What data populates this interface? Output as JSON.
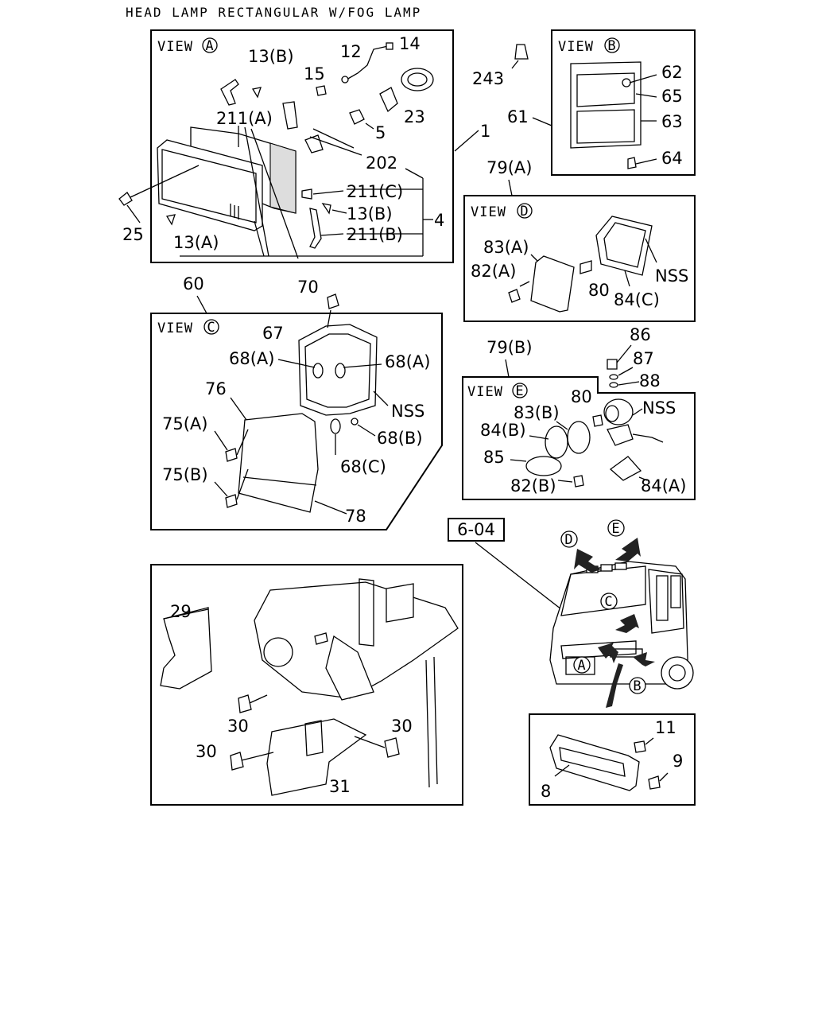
{
  "title": "HEAD LAMP RECTANGULAR W/FOG LAMP",
  "views": {
    "a": {
      "prefix": "VIEW",
      "letter": "A"
    },
    "b": {
      "prefix": "VIEW",
      "letter": "B"
    },
    "c": {
      "prefix": "VIEW",
      "letter": "C"
    },
    "d": {
      "prefix": "VIEW",
      "letter": "D"
    },
    "e": {
      "prefix": "VIEW",
      "letter": "E"
    }
  },
  "reference": "6-04",
  "labels": {
    "a_13b_top": "13(B)",
    "a_12": "12",
    "a_14": "14",
    "a_15": "15",
    "a_23": "23",
    "a_211a": "211(A)",
    "a_5": "5",
    "a_1": "1",
    "a_202": "202",
    "a_211c": "211(C)",
    "a_4": "4",
    "a_13b": "13(B)",
    "a_211b": "211(B)",
    "a_25": "25",
    "a_13a": "13(A)",
    "p_243": "243",
    "b_62": "62",
    "b_65": "65",
    "b_61": "61",
    "b_63": "63",
    "b_64": "64",
    "d_79a": "79(A)",
    "d_83a": "83(A)",
    "d_82a": "82(A)",
    "d_80": "80",
    "d_84c": "84(C)",
    "d_nss": "NSS",
    "c_60": "60",
    "c_70": "70",
    "c_67": "67",
    "c_68a_l": "68(A)",
    "c_68a_r": "68(A)",
    "c_76": "76",
    "c_nss": "NSS",
    "c_75a": "75(A)",
    "c_68b": "68(B)",
    "c_68c": "68(C)",
    "c_75b": "75(B)",
    "c_78": "78",
    "e_79b": "79(B)",
    "e_86": "86",
    "e_87": "87",
    "e_88": "88",
    "e_80": "80",
    "e_nss": "NSS",
    "e_83b": "83(B)",
    "e_84b": "84(B)",
    "e_85": "85",
    "e_82b": "82(B)",
    "e_84a": "84(A)",
    "m_29": "29",
    "m_30_top": "30",
    "m_30_right": "30",
    "m_30_left": "30",
    "m_31": "31",
    "r_11": "11",
    "r_9": "9",
    "r_8": "8"
  },
  "truck_markers": {
    "d": "D",
    "e": "E",
    "c": "C",
    "a": "A",
    "b": "B"
  }
}
